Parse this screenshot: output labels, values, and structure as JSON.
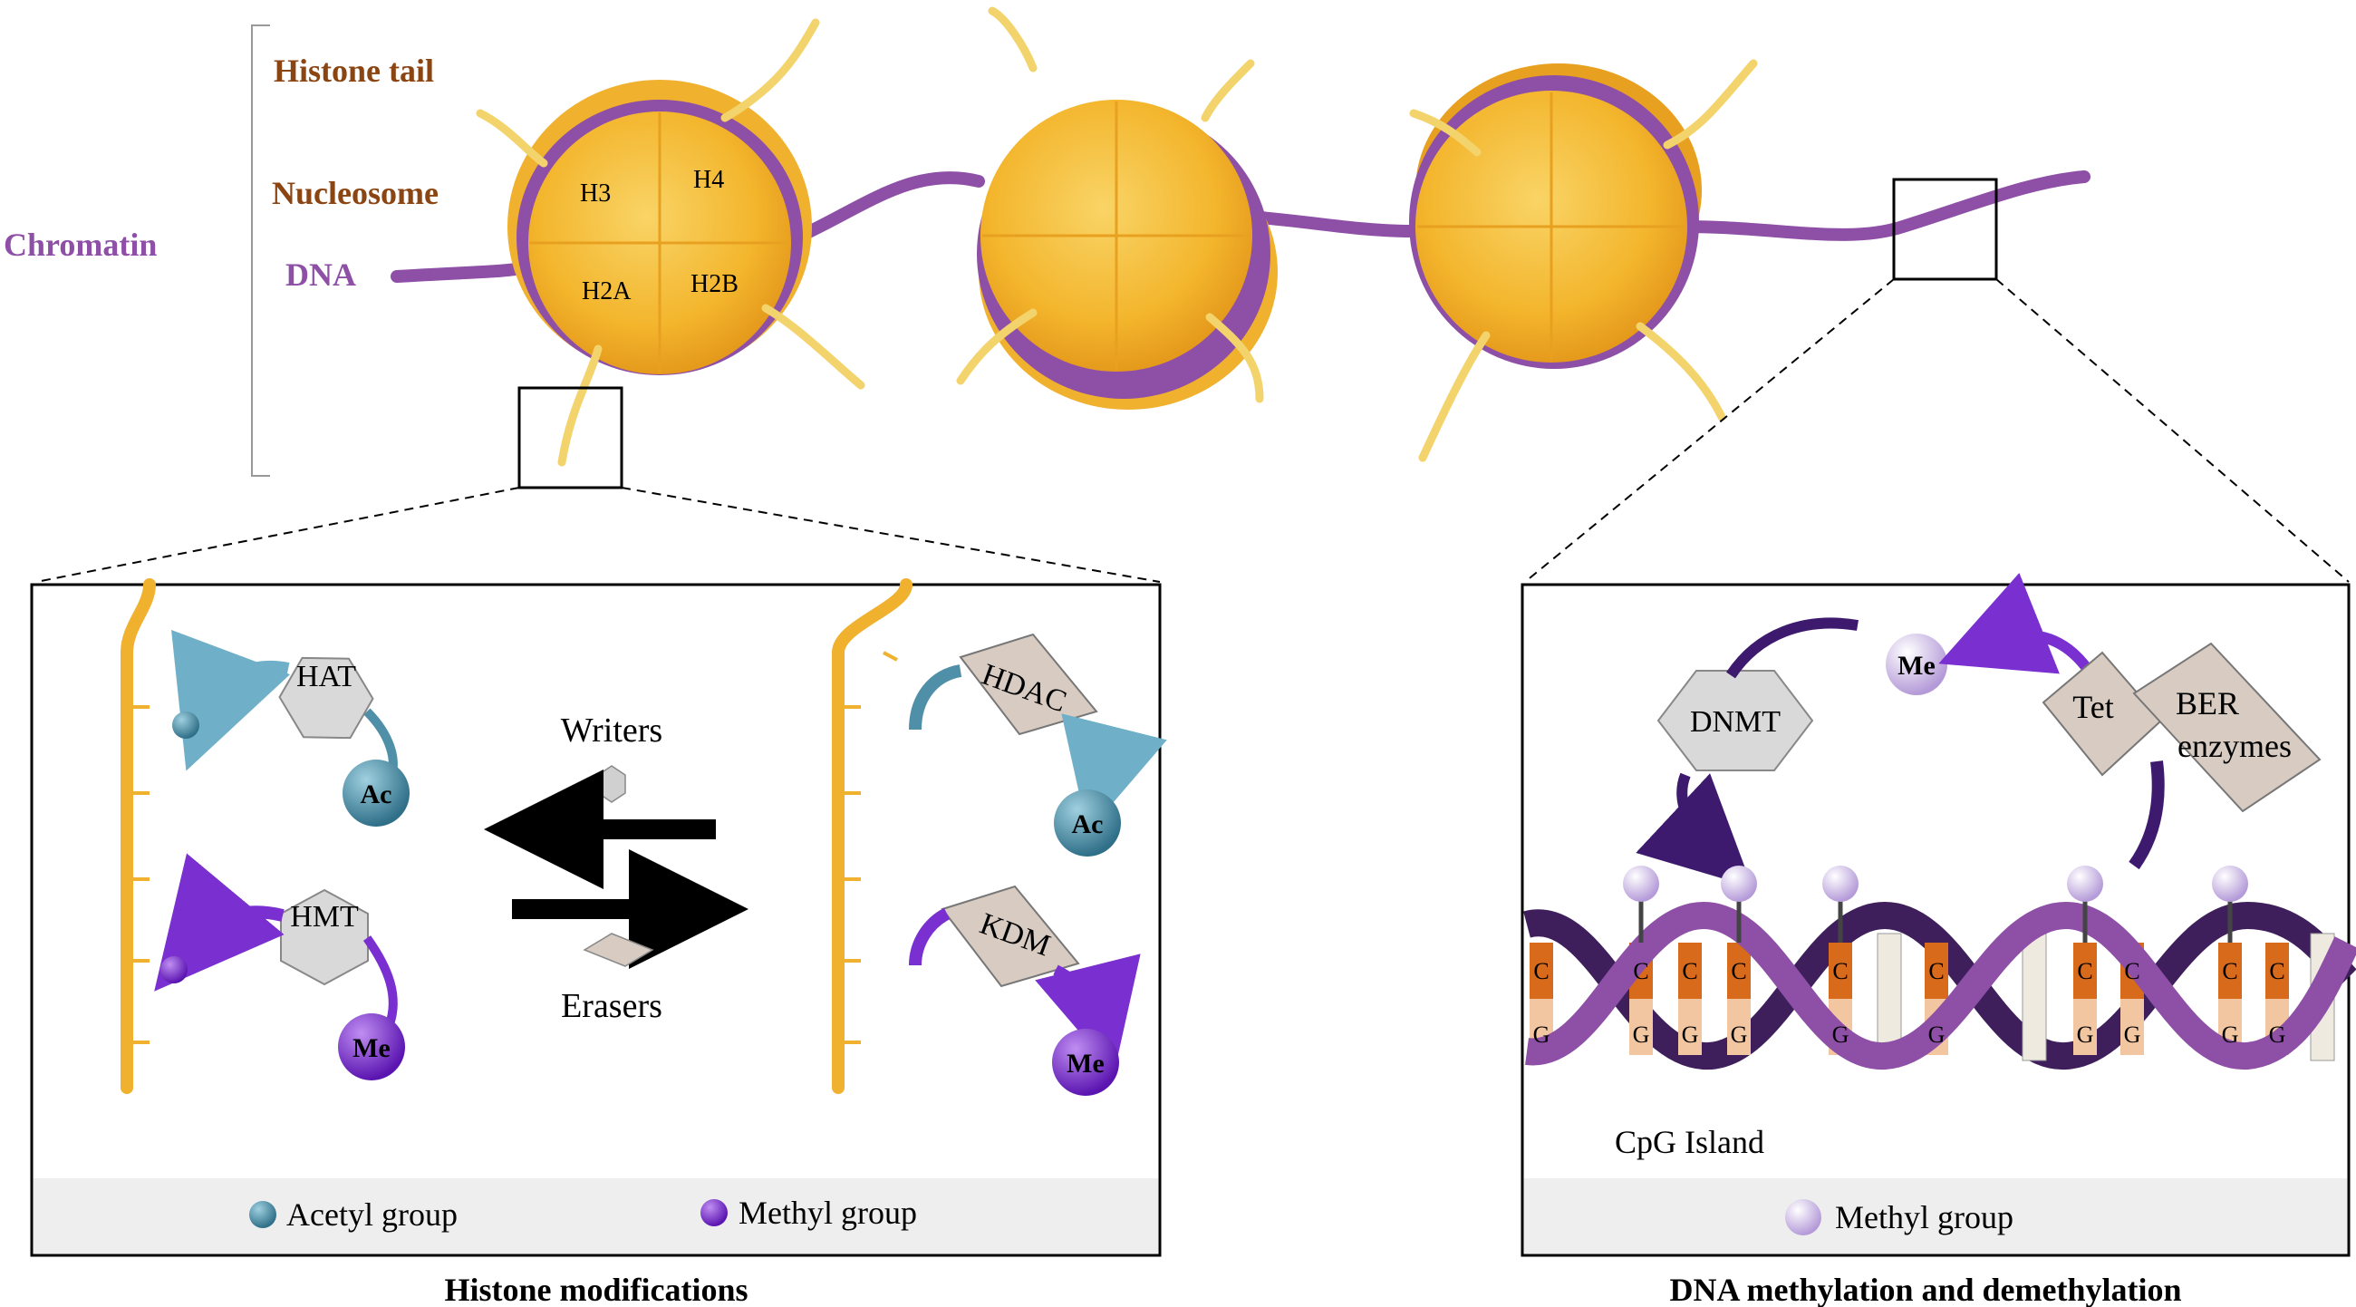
{
  "colors": {
    "histone_tail": "#8b4513",
    "dna_purple": "#8e4fa6",
    "chromatin_purple": "#8e4fa6",
    "gold": "#f0b12f",
    "acetyl": "#4f8fa8",
    "methyl": "#7a2fd0",
    "methyl_light": "#c9b4e6",
    "enzyme_gray": "#cfcfcf",
    "eraser_tan": "#d8cbc2",
    "cytosine": "#d86a1c",
    "guanine": "#f2c6a0"
  },
  "labels": {
    "histone_tail": "Histone tail",
    "nucleosome": "Nucleosome",
    "chromatin": "Chromatin",
    "dna": "DNA"
  },
  "histones": {
    "h3": "H3",
    "h4": "H4",
    "h2a": "H2A",
    "h2b": "H2B"
  },
  "histone_panel": {
    "hat": "HAT",
    "hmt": "HMT",
    "hdac": "HDAC",
    "kdm": "KDM",
    "ac": "Ac",
    "me": "Me",
    "writers": "Writers",
    "erasers": "Erasers",
    "legend_acetyl": "Acetyl group",
    "legend_methyl": "Methyl group",
    "title": "Histone modifications"
  },
  "dna_panel": {
    "dnmt": "DNMT",
    "me": "Me",
    "tet": "Tet",
    "ber_line1": "BER",
    "ber_line2": "enzymes",
    "cpg": "CpG Island",
    "base_c": "C",
    "base_g": "G",
    "legend_methyl": "Methyl group",
    "title": "DNA methylation and demethylation"
  }
}
